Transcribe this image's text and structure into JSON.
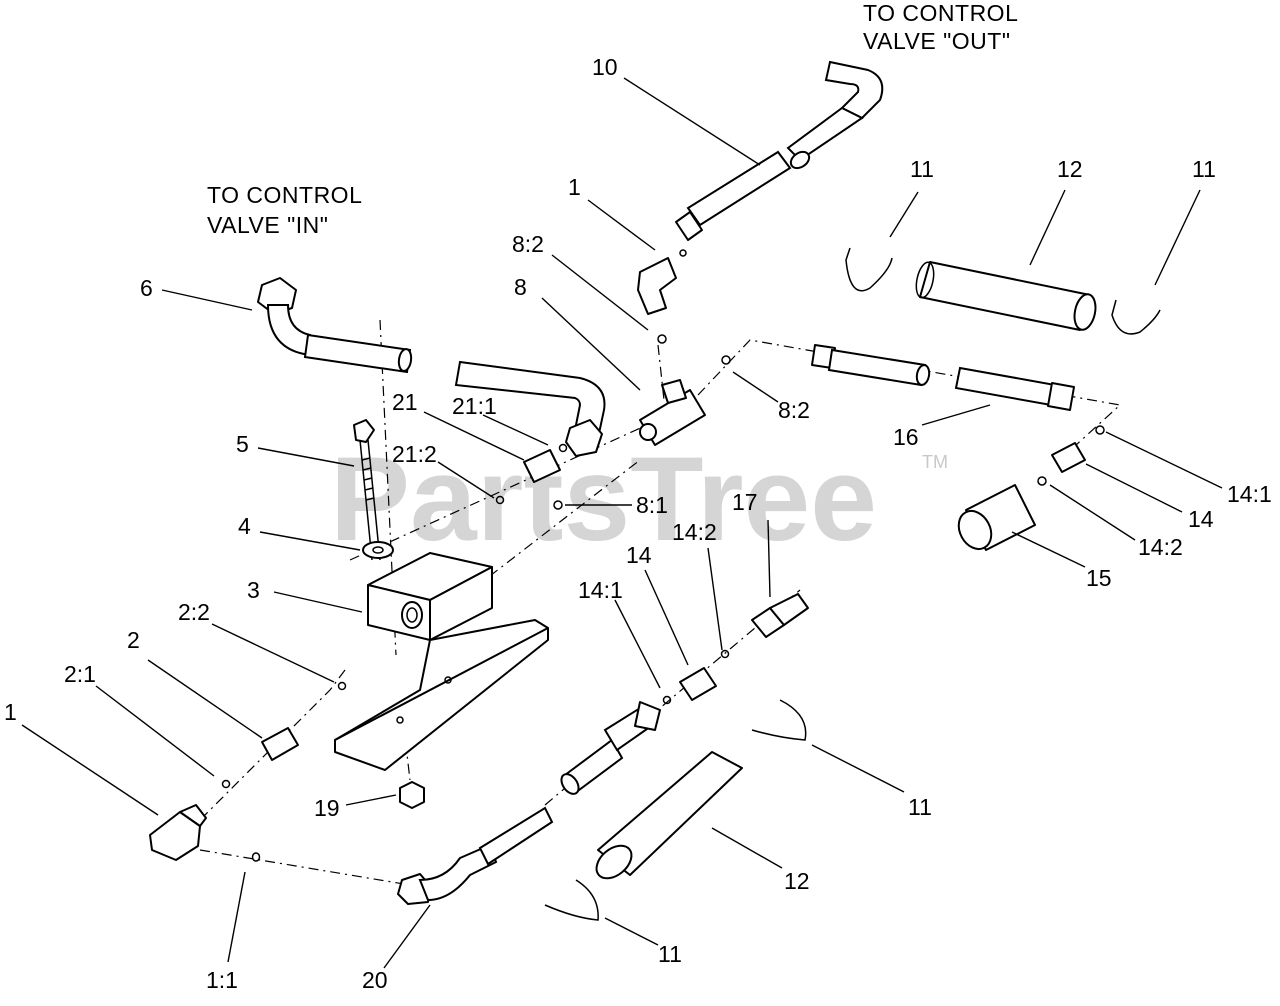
{
  "watermark": {
    "text": "PartsTree",
    "tm": "TM"
  },
  "notes": {
    "out_line1": "TO CONTROL",
    "out_line2": "VALVE \"OUT\"",
    "in_line1": "TO CONTROL",
    "in_line2": "VALVE \"IN\""
  },
  "callouts": [
    "10",
    "1",
    "8:2",
    "8",
    "11",
    "12",
    "11",
    "6",
    "8:2",
    "21",
    "21:1",
    "16",
    "5",
    "21:2",
    "8:1",
    "14:1",
    "14",
    "17",
    "4",
    "14:2",
    "14",
    "14:2",
    "15",
    "3",
    "14:1",
    "2:2",
    "2",
    "2:1",
    "1",
    "11",
    "19",
    "12",
    "11",
    "1:1",
    "20"
  ]
}
